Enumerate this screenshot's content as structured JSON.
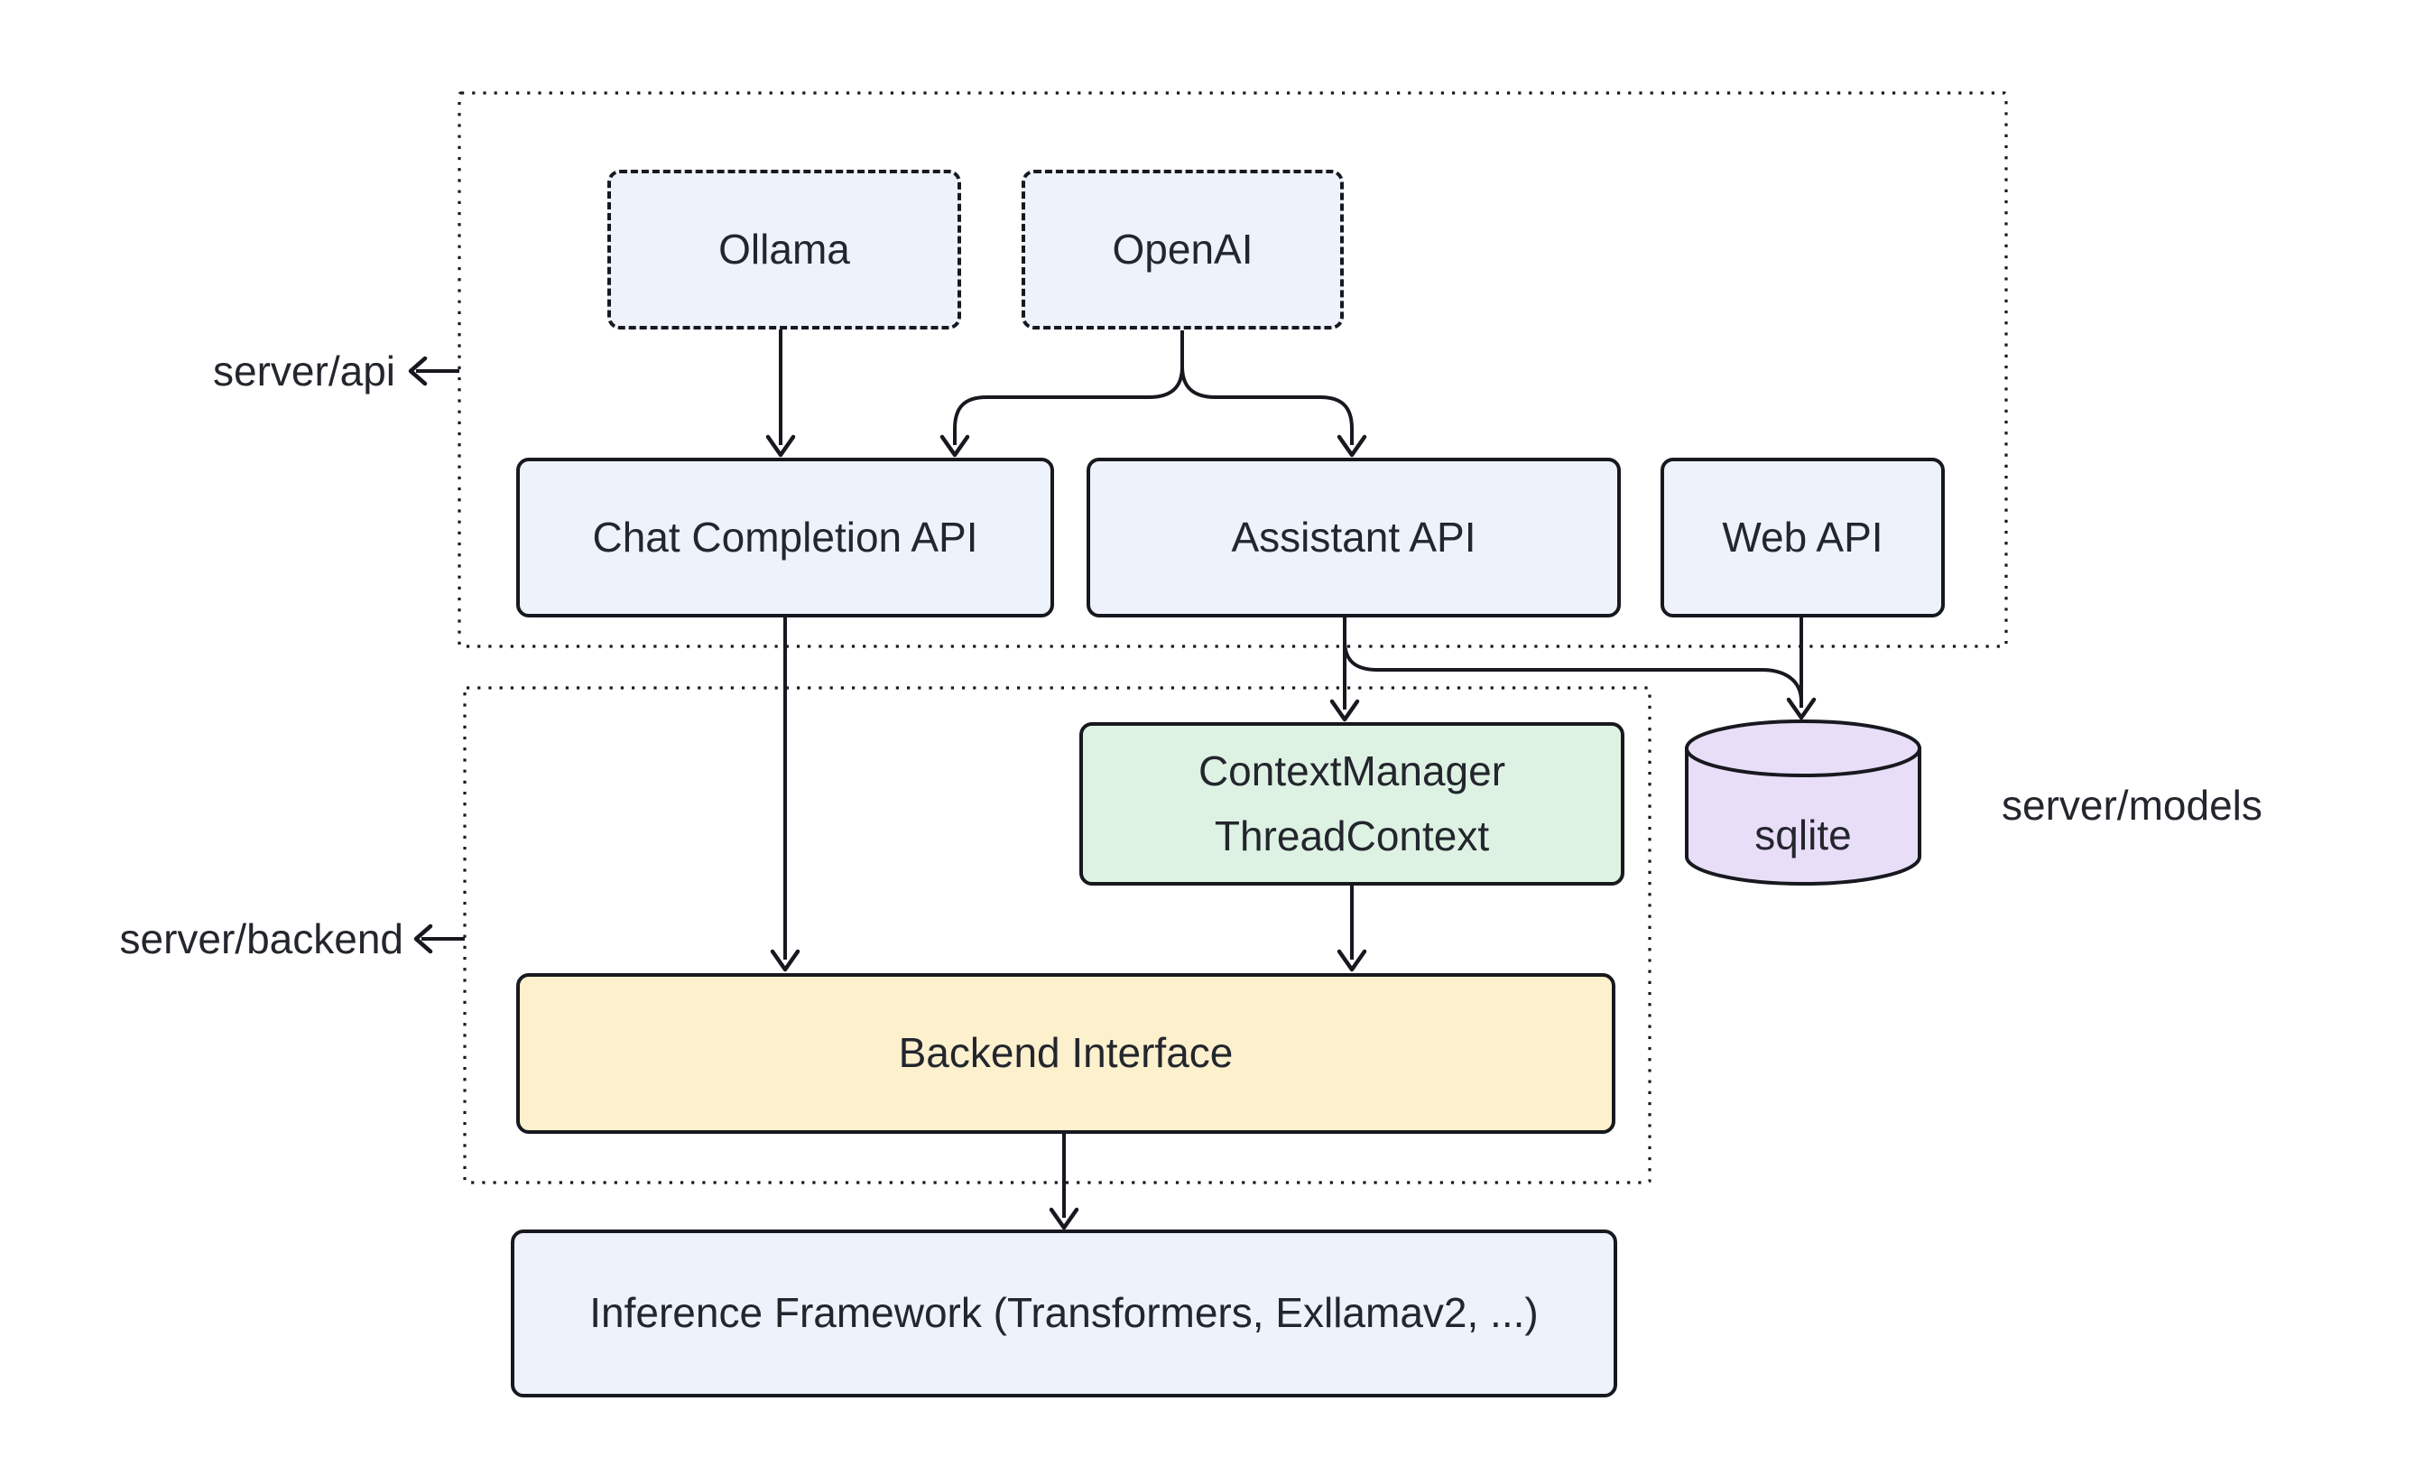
{
  "groups": {
    "api": {
      "label": "server/api"
    },
    "backend": {
      "label": "server/backend"
    }
  },
  "nodes": {
    "ollama": {
      "label": "Ollama"
    },
    "openai": {
      "label": "OpenAI"
    },
    "chat_completion_api": {
      "label": "Chat Completion API"
    },
    "assistant_api": {
      "label": "Assistant API"
    },
    "web_api": {
      "label": "Web API"
    },
    "context_manager": {
      "line1": "ContextManager",
      "line2": "ThreadContext"
    },
    "sqlite": {
      "label": "sqlite"
    },
    "backend_interface": {
      "label": "Backend Interface"
    },
    "inference_framework": {
      "label": "Inference Framework (Transformers, Exllamav2, ...)"
    }
  },
  "side_labels": {
    "models": {
      "label": "server/models"
    }
  },
  "colors": {
    "node-blue": "#edf2fb",
    "node-green": "#def2e4",
    "node-yellow": "#fdf0cd",
    "node-purple": "#e8def8",
    "line": "#17191f",
    "text": "#23262d"
  }
}
